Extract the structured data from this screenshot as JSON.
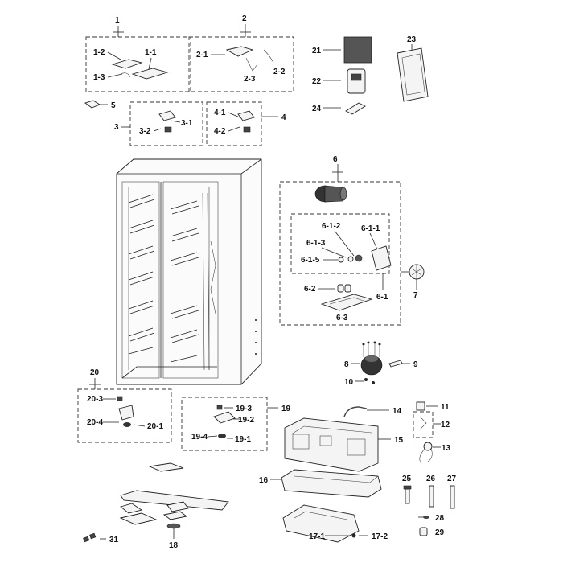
{
  "labels": {
    "n1": "1",
    "n1_1": "1-1",
    "n1_2": "1-2",
    "n1_3": "1-3",
    "n2": "2",
    "n2_1": "2-1",
    "n2_2": "2-2",
    "n2_3": "2-3",
    "n3": "3",
    "n3_1": "3-1",
    "n3_2": "3-2",
    "n4": "4",
    "n4_1": "4-1",
    "n4_2": "4-2",
    "n5": "5",
    "n6": "6",
    "n6_1": "6-1",
    "n6_1_1": "6-1-1",
    "n6_1_2": "6-1-2",
    "n6_1_3": "6-1-3",
    "n6_1_5": "6-1-5",
    "n6_2": "6-2",
    "n6_3": "6-3",
    "n7": "7",
    "n8": "8",
    "n9": "9",
    "n10": "10",
    "n11": "11",
    "n12": "12",
    "n13": "13",
    "n14": "14",
    "n15": "15",
    "n16": "16",
    "n17_1": "17-1",
    "n17_2": "17-2",
    "n18": "18",
    "n19": "19",
    "n19_1": "19-1",
    "n19_2": "19-2",
    "n19_3": "19-3",
    "n19_4": "19-4",
    "n20": "20",
    "n20_1": "20-1",
    "n20_3": "20-3",
    "n20_4": "20-4",
    "n21": "21",
    "n22": "22",
    "n23": "23",
    "n24": "24",
    "n25": "25",
    "n26": "26",
    "n27": "27",
    "n28": "28",
    "n29": "29",
    "n31": "31"
  }
}
